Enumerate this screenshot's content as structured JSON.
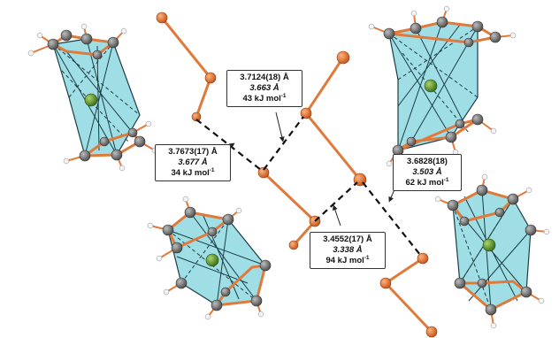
{
  "labels": {
    "top": {
      "distance": "3.7124(18) Å",
      "calc": "3.663 Å",
      "energy": "43 kJ mol",
      "unit_exp": "-1"
    },
    "left": {
      "distance": "3.7673(17) Å",
      "calc": "3.677 Å",
      "energy": "34 kJ mol",
      "unit_exp": "-1"
    },
    "right": {
      "distance": "3.6828(18)",
      "calc": "3.503 Å",
      "energy": "62 kJ mol",
      "unit_exp": "-1"
    },
    "bottom": {
      "distance": "3.4552(17) Å",
      "calc": "3.338 Å",
      "energy": "94 kJ mol",
      "unit_exp": "-1"
    }
  },
  "colors": {
    "cage": "#7fd3dc",
    "phosphorus": "#e07a3c",
    "carbon": "#6e6e6e",
    "hydrogen": "#f4f4f4",
    "metal": "#5f9a2e"
  }
}
